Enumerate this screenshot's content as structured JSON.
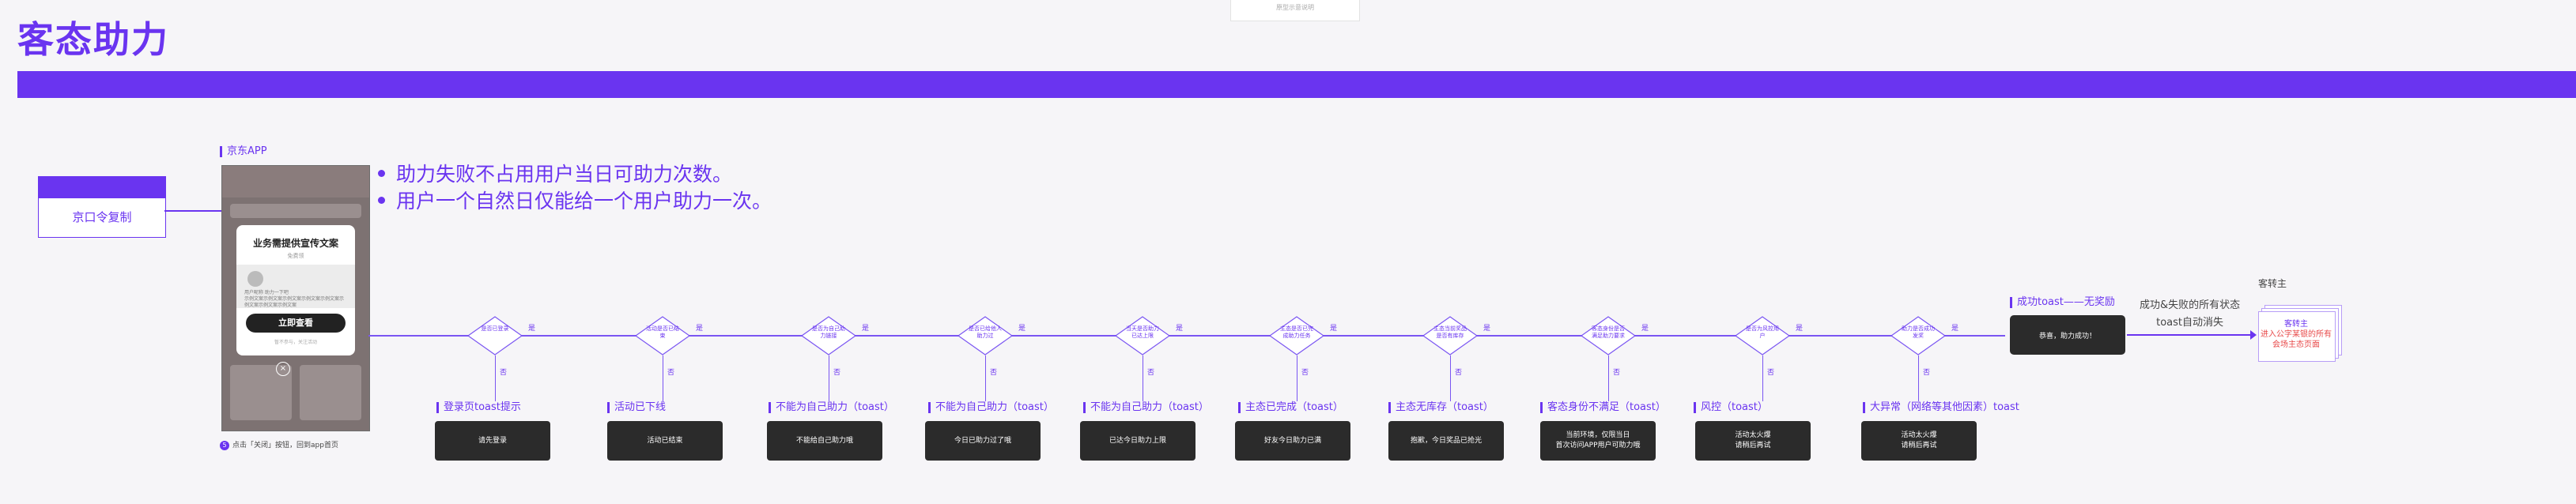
{
  "page": {
    "title": "客态助力",
    "top_note": "原型示意说明"
  },
  "source": {
    "label": "京口令复制",
    "app_tag": "京东APP"
  },
  "phone": {
    "modal_title": "业务需提供宣传文案",
    "modal_subtitle": "免费领",
    "modal_text": "用户昵称 助力一下吧\n示例文案示例文案示例文案示例文案示例文案示例文案示例文案示例文案",
    "modal_button": "立即查看",
    "modal_link": "暂不参与，关注活动",
    "close_glyph": "×",
    "note_number": "5",
    "note_text": "点击「关闭」按钮，回到app首页"
  },
  "bullets": [
    "助力失败不占用用户当日可助力次数。",
    "用户一个自然日仅能给一个用户助力一次。"
  ],
  "flow": {
    "yes": "是",
    "no": "否",
    "steps": [
      {
        "decision": "是否已登录",
        "result_label": "登录页toast提示",
        "toast": "请先登录"
      },
      {
        "decision": "活动是否已结束",
        "result_label": "活动已下线",
        "toast": "活动已结束"
      },
      {
        "decision": "是否为自己助力链接",
        "result_label": "不能为自己助力（toast）",
        "toast": "不能给自己助力哦"
      },
      {
        "decision": "是否已给他人助力过",
        "result_label": "不能为自己助力（toast）",
        "toast": "今日已助力过了哦"
      },
      {
        "decision": "当天是否助力已达上限",
        "result_label": "不能为自己助力（toast）",
        "toast": "已达今日助力上限"
      },
      {
        "decision": "主态是否已完成助力任务",
        "result_label": "主态已完成（toast）",
        "toast": "好友今日助力已满"
      },
      {
        "decision": "主态当前奖品是否有库存",
        "result_label": "主态无库存（toast）",
        "toast": "抱歉，今日奖品已抢光"
      },
      {
        "decision": "客态身份是否满足助力要求",
        "result_label": "客态身份不满足（toast）",
        "toast": "当前环境，仅限当日\n首次访问APP用户可助力哦"
      },
      {
        "decision": "是否为风控用户",
        "result_label": "风控（toast）",
        "toast": "活动太火爆\n请稍后再试"
      },
      {
        "decision": "助力是否成功发奖",
        "result_label": "大异常（网络等其他因素）toast",
        "toast": "活动太火爆\n请稍后再试"
      }
    ]
  },
  "success": {
    "label": "成功toast——无奖励",
    "box_text": "恭喜，助力成功！",
    "state_note_line1": "成功&失败的所有状态",
    "state_note_line2": "toast自动消失"
  },
  "end": {
    "label": "客转主",
    "line1": "客转主",
    "line2": "进入公字某银的所有",
    "line3": "会场主态页面"
  },
  "colors": {
    "accent": "#6a34f0",
    "toast_bg": "#2b2b2b",
    "warn": "#e84a4a"
  }
}
